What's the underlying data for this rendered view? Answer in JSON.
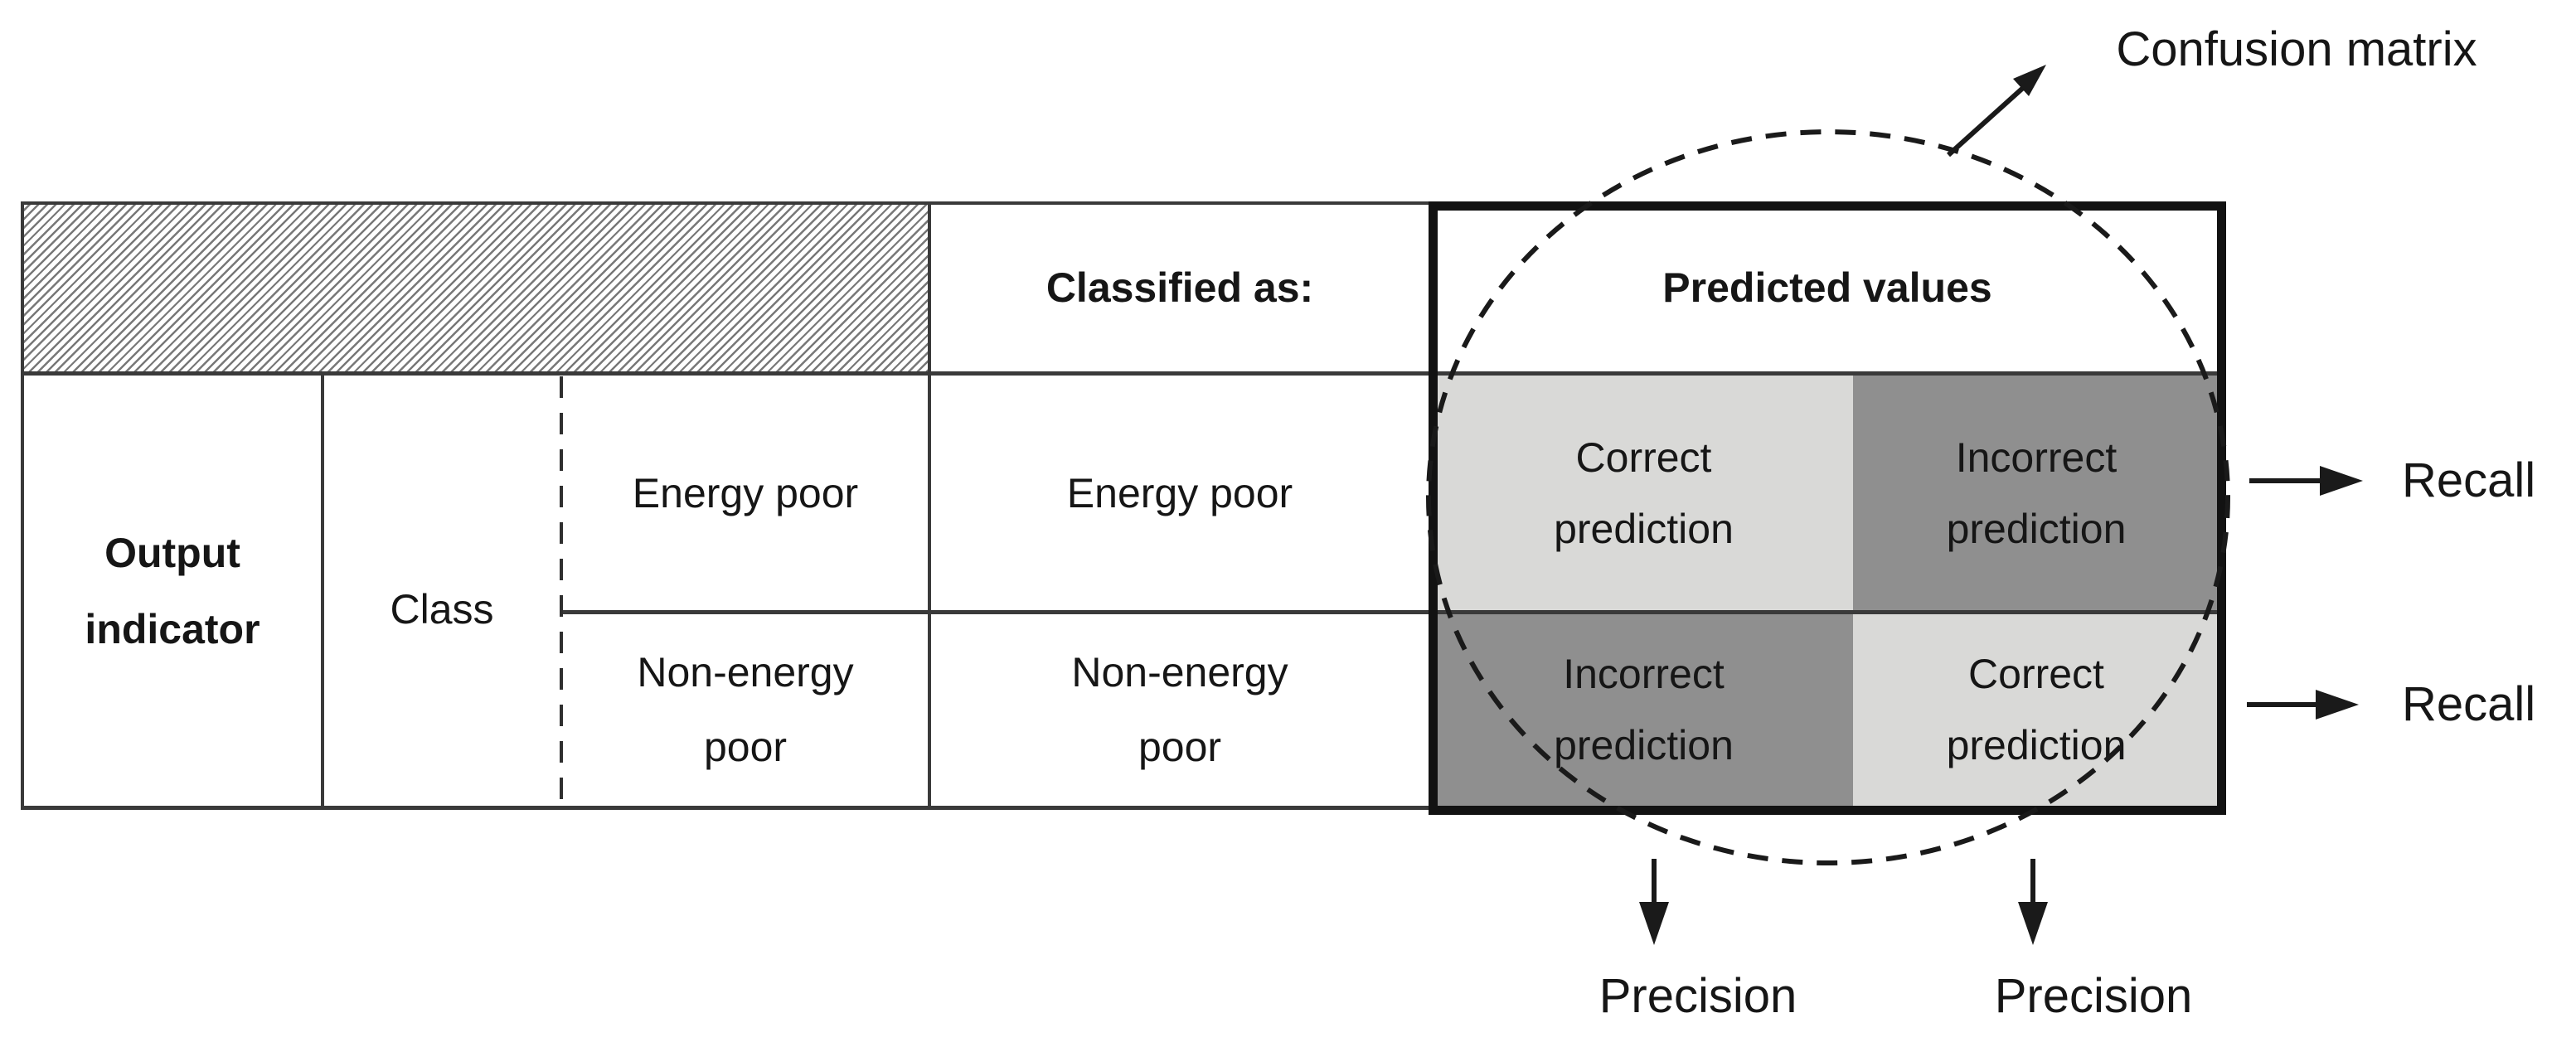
{
  "table": {
    "header": {
      "classified_as": "Classified as:",
      "predicted_values": "Predicted values"
    },
    "output_indicator": "Output\nindicator",
    "class_header": "Class",
    "rows": [
      {
        "class_value": "Energy poor",
        "classified_as": "Energy poor"
      },
      {
        "class_value": "Non-energy\npoor",
        "classified_as": "Non-energy\npoor"
      }
    ],
    "matrix": {
      "q11": "Correct\nprediction",
      "q12": "Incorrect\nprediction",
      "q21": "Incorrect\nprediction",
      "q22": "Correct\nprediction"
    }
  },
  "labels": {
    "confusion_matrix": "Confusion matrix",
    "recall_top": "Recall",
    "recall_bottom": "Recall",
    "precision_left": "Precision",
    "precision_right": "Precision"
  },
  "colors": {
    "light_cell": "#d9d9d7",
    "dark_cell": "#8f8f8f",
    "thin_line": "#3a3a3a",
    "thick_border": "#121212",
    "text": "#161616"
  }
}
